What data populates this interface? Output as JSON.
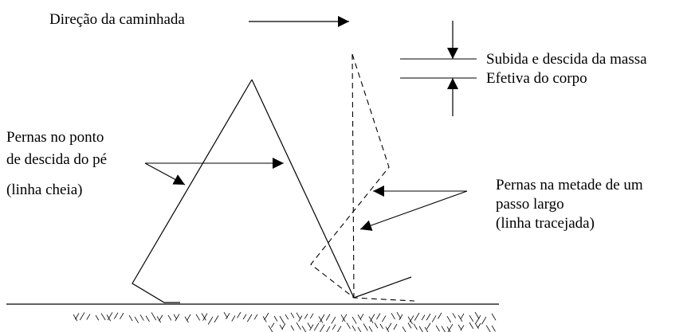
{
  "labels": {
    "direction": "Direção da caminhada",
    "mass_line1": "Subida e descida da massa",
    "mass_line2": "Efetiva do corpo",
    "legs_foot_line1": "Pernas no ponto",
    "legs_foot_line2": "de descida do pé",
    "legs_foot_line3": "(linha cheia)",
    "legs_mid_line1": "Pernas na metade de um",
    "legs_mid_line2": "passo largo",
    "legs_mid_line3": "(linha tracejada)"
  },
  "colors": {
    "ink": "#000000",
    "background": "#ffffff"
  }
}
